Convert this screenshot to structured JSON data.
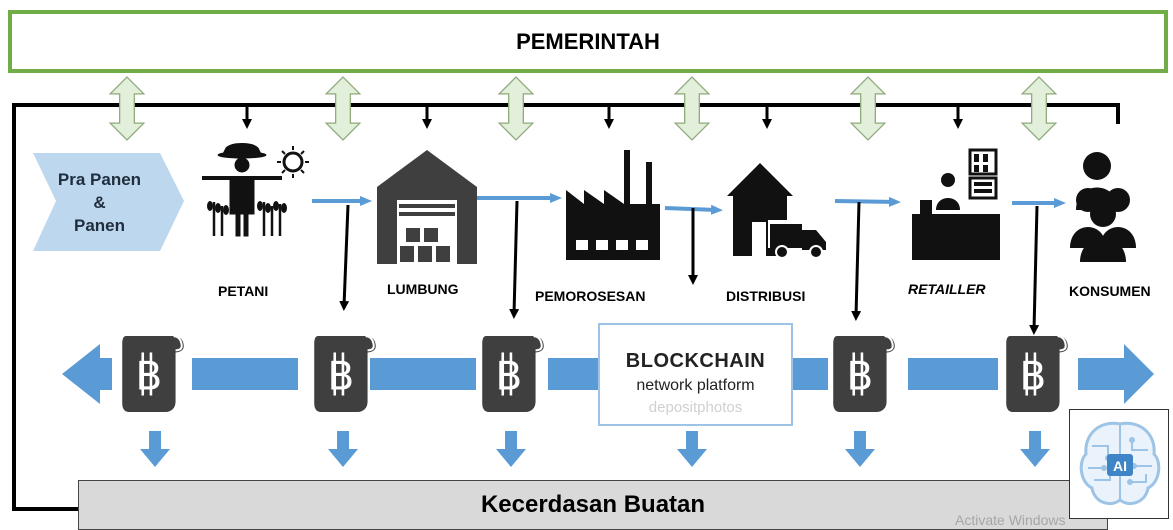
{
  "government": {
    "label": "PEMERINTAH"
  },
  "pre_harvest": {
    "line1": "Pra Panen",
    "line2": "&",
    "line3": "Panen"
  },
  "stages": [
    {
      "id": "petani",
      "label": "PETANI",
      "icon": "farmer-icon"
    },
    {
      "id": "lumbung",
      "label": "LUMBUNG",
      "icon": "warehouse-icon"
    },
    {
      "id": "pemorosesan",
      "label": "PEMOROSESAN",
      "icon": "factory-icon"
    },
    {
      "id": "distribusi",
      "label": "DISTRIBUSI",
      "icon": "delivery-truck-icon"
    },
    {
      "id": "retailler",
      "label": "RETAILLER",
      "icon": "retail-store-icon"
    },
    {
      "id": "konsumen",
      "label": "KONSUMEN",
      "icon": "consumer-group-icon"
    }
  ],
  "blockchain": {
    "title": "BLOCKCHAIN",
    "subtitle": "network platform",
    "watermark": "depositphotos"
  },
  "ai_bar": {
    "label": "Kecerdasan Buatan"
  },
  "ai_logo": {
    "text": "AI"
  },
  "os_watermark": {
    "text": "Activate Windows"
  },
  "colors": {
    "gov_border": "#70ad47",
    "exchange_arrow": "#e2efda",
    "flow_arrow": "#5b9bd5",
    "bitcoin_icon": "#404040",
    "ai_bar": "#d9d9d9"
  }
}
